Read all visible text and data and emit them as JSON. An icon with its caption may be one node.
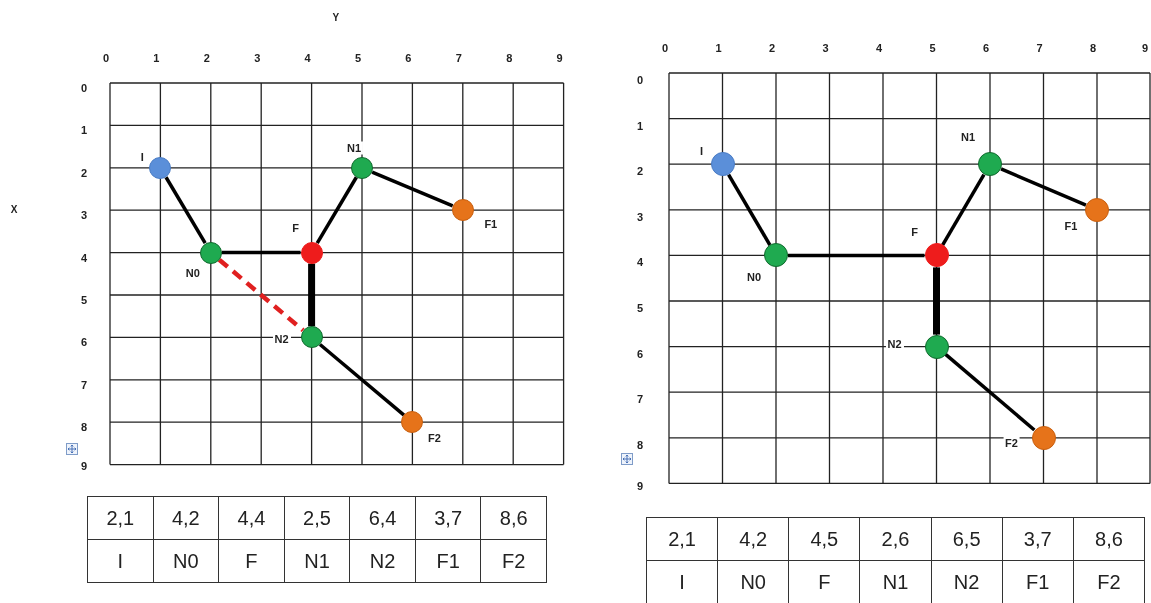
{
  "diagram": {
    "nodes": [
      {
        "text": [],
        "shape": "circle",
        "beside": [
          "I"
        ]
      },
      {
        "text": [],
        "shape": "circle",
        "beside": [
          "N0"
        ]
      },
      {
        "text": [],
        "shape": "circle",
        "beside": [
          "F"
        ]
      },
      {
        "text": [],
        "shape": "circle",
        "beside": [
          "N1"
        ]
      },
      {
        "text": [],
        "shape": "circle",
        "beside": [
          "N2"
        ]
      },
      {
        "text": [],
        "shape": "circle",
        "beside": [
          "F1"
        ]
      },
      {
        "text": [],
        "shape": "circle",
        "beside": [
          "F2"
        ]
      },
      {
        "text": [],
        "shape": "circle",
        "beside": [
          "I"
        ]
      },
      {
        "text": [],
        "shape": "circle",
        "beside": [
          "N0"
        ]
      },
      {
        "text": [],
        "shape": "circle",
        "beside": [
          "F"
        ]
      },
      {
        "text": [],
        "shape": "circle",
        "beside": [
          "N1"
        ]
      },
      {
        "text": [],
        "shape": "circle",
        "beside": [
          "N2"
        ]
      },
      {
        "text": [],
        "shape": "circle",
        "beside": [
          "F1"
        ]
      },
      {
        "text": [],
        "shape": "circle",
        "beside": [
          "F2"
        ]
      }
    ],
    "edges": [
      {
        "from": 0,
        "to": 1,
        "arrow": "none"
      },
      {
        "from": 1,
        "to": 2,
        "arrow": "none"
      },
      {
        "from": 2,
        "to": 3,
        "arrow": "none"
      },
      {
        "from": 3,
        "to": 5,
        "arrow": "none"
      },
      {
        "from": 2,
        "to": 4,
        "arrow": "none",
        "style": "thick"
      },
      {
        "from": 4,
        "to": 6,
        "arrow": "none"
      },
      {
        "from": 1,
        "to": 4,
        "arrow": "none",
        "style": "dashed",
        "color": "#e02020"
      },
      {
        "from": 7,
        "to": 8,
        "arrow": "none"
      },
      {
        "from": 8,
        "to": 9,
        "arrow": "none"
      },
      {
        "from": 9,
        "to": 10,
        "arrow": "none"
      },
      {
        "from": 10,
        "to": 12,
        "arrow": "none"
      },
      {
        "from": 9,
        "to": 11,
        "arrow": "none",
        "style": "thick"
      },
      {
        "from": 11,
        "to": 13,
        "arrow": "none"
      }
    ],
    "labels": [
      "Y",
      "0",
      "1",
      "2",
      "3",
      "4",
      "5",
      "6",
      "7",
      "8",
      "9",
      "X",
      "0",
      "1",
      "2",
      "3",
      "4",
      "5",
      "6",
      "7",
      "8",
      "9",
      "2,1",
      "4,2",
      "4,4",
      "2,5",
      "6,4",
      "3,7",
      "8,6",
      "I",
      "N0",
      "F",
      "N1",
      "N2",
      "F1",
      "F2",
      "0",
      "1",
      "2",
      "3",
      "4",
      "5",
      "6",
      "7",
      "8",
      "9",
      "0",
      "1",
      "2",
      "3",
      "4",
      "5",
      "6",
      "7",
      "8",
      "9",
      "2,1",
      "4,2",
      "4,5",
      "2,6",
      "6,5",
      "3,7",
      "8,6",
      "I",
      "N0",
      "F",
      "N1",
      "N2",
      "F1",
      "F2"
    ]
  }
}
